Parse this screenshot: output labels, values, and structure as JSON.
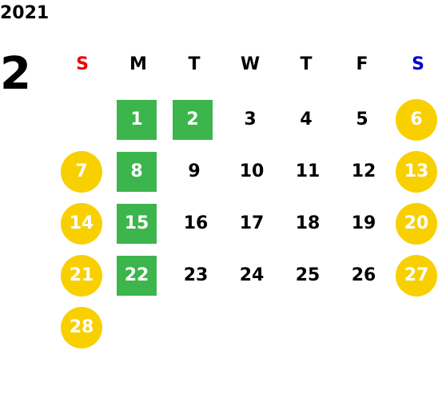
{
  "calendar": {
    "year": "2021",
    "month": "2",
    "weekdays": [
      {
        "label": "S",
        "color": "#ee0000"
      },
      {
        "label": "M",
        "color": "#000000"
      },
      {
        "label": "T",
        "color": "#000000"
      },
      {
        "label": "W",
        "color": "#000000"
      },
      {
        "label": "T",
        "color": "#000000"
      },
      {
        "label": "F",
        "color": "#000000"
      },
      {
        "label": "S",
        "color": "#0000cc"
      }
    ],
    "days": [
      "1",
      "2",
      "3",
      "4",
      "5",
      "6",
      "7",
      "8",
      "9",
      "10",
      "11",
      "12",
      "13",
      "14",
      "15",
      "16",
      "17",
      "18",
      "19",
      "20",
      "21",
      "22",
      "23",
      "24",
      "25",
      "26",
      "27",
      "28"
    ],
    "highlight_colors": {
      "green": "#3cb54c",
      "yellow": "#f8d000"
    }
  }
}
